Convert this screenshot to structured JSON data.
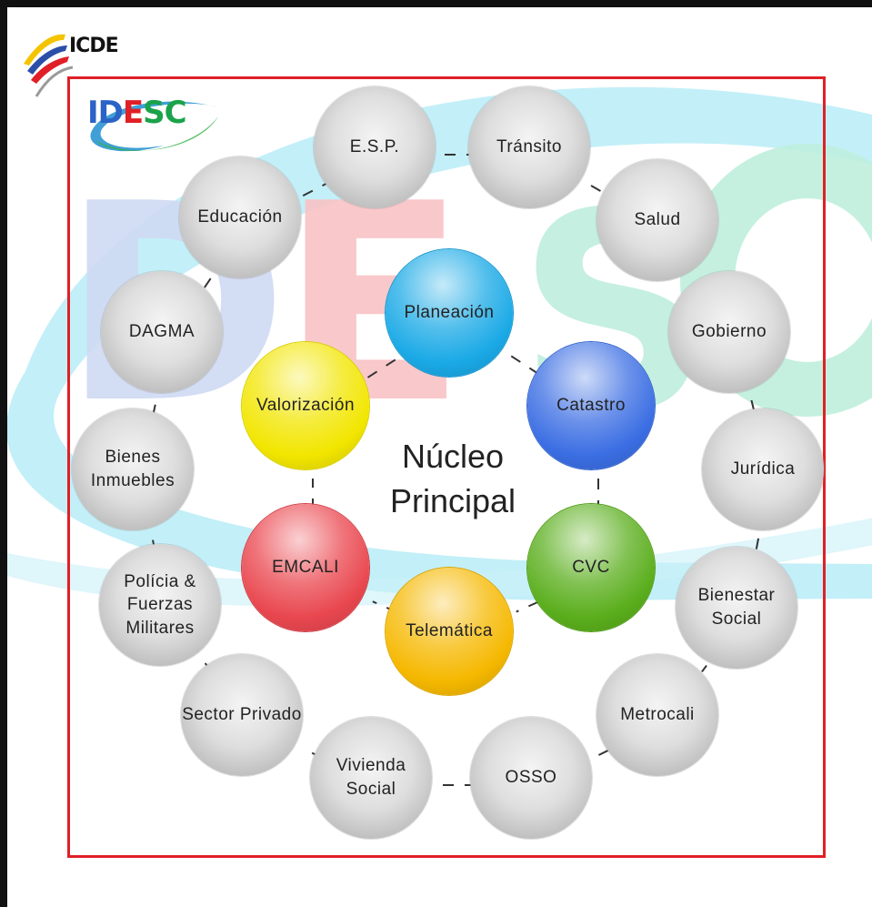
{
  "brand": {
    "name": "ICDE"
  },
  "logo": {
    "letters": [
      "I",
      "D",
      "E",
      "S",
      "C"
    ]
  },
  "watermark": {
    "letters": [
      "D",
      "E",
      "S"
    ]
  },
  "center": {
    "line1": "Núcleo",
    "line2": "Principal"
  },
  "inner_nodes": [
    {
      "label": "Planeación",
      "color": "#1aa9e6"
    },
    {
      "label": "Catastro",
      "color": "#3b6ee3"
    },
    {
      "label": "CVC",
      "color": "#5aae1c"
    },
    {
      "label": "Telemática",
      "color": "#f5b800"
    },
    {
      "label": "EMCALI",
      "color": "#e9474f"
    },
    {
      "label": "Valorización",
      "color": "#f2e600"
    }
  ],
  "outer_nodes": [
    {
      "label": "E.S.P."
    },
    {
      "label": "Tránsito"
    },
    {
      "label": "Salud"
    },
    {
      "label": "Gobierno"
    },
    {
      "label": "Jurídica"
    },
    {
      "label": "Bienestar Social"
    },
    {
      "label": "Metrocali"
    },
    {
      "label": "OSSO"
    },
    {
      "label": "Vivienda Social"
    },
    {
      "label": "Sector Privado"
    },
    {
      "label": "Polícia & Fuerzas Militares"
    },
    {
      "label": "Bienes Inmuebles"
    },
    {
      "label": "DAGMA"
    },
    {
      "label": "Educación"
    }
  ],
  "colors": {
    "frame": "#e01f26",
    "swoosh": "#b9ecf7",
    "watermark_blue": "#cfdaf3",
    "watermark_red": "#f9c3c6",
    "watermark_green": "#bfeedd",
    "logo_i": "#2b63c6",
    "logo_d": "#2b63c6",
    "logo_e": "#e01f26",
    "logo_s": "#1aa34a",
    "logo_c": "#1aa34a"
  }
}
